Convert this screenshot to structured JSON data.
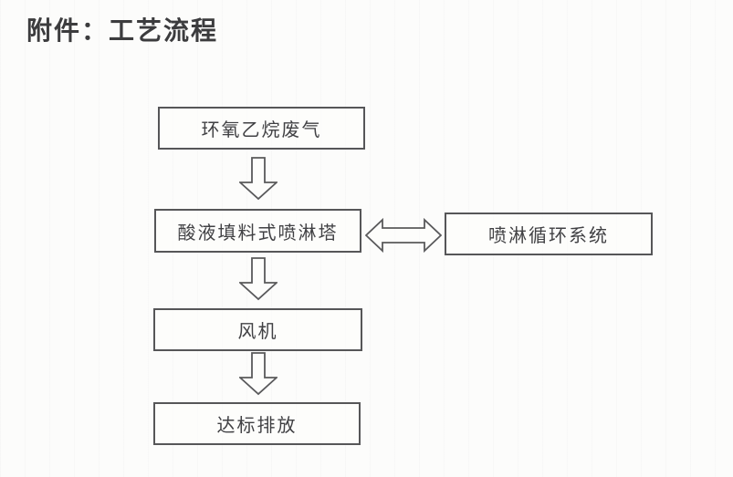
{
  "page": {
    "title": "附件：工艺流程"
  },
  "flowchart": {
    "nodes": [
      {
        "id": "waste-gas",
        "label": "环氧乙烷废气"
      },
      {
        "id": "spray-tower",
        "label": "酸液填料式喷淋塔"
      },
      {
        "id": "circulation-system",
        "label": "喷淋循环系统"
      },
      {
        "id": "fan",
        "label": "风机"
      },
      {
        "id": "discharge",
        "label": "达标排放"
      }
    ],
    "edges": [
      {
        "from": "waste-gas",
        "to": "spray-tower",
        "type": "block-arrow-down"
      },
      {
        "from": "spray-tower",
        "to": "circulation-system",
        "type": "block-arrow-double-horizontal"
      },
      {
        "from": "spray-tower",
        "to": "fan",
        "type": "block-arrow-down"
      },
      {
        "from": "fan",
        "to": "discharge",
        "type": "block-arrow-down"
      }
    ]
  },
  "colors": {
    "ink": "#414144",
    "box_border": "#565658",
    "paper": "#fcfcfb"
  }
}
